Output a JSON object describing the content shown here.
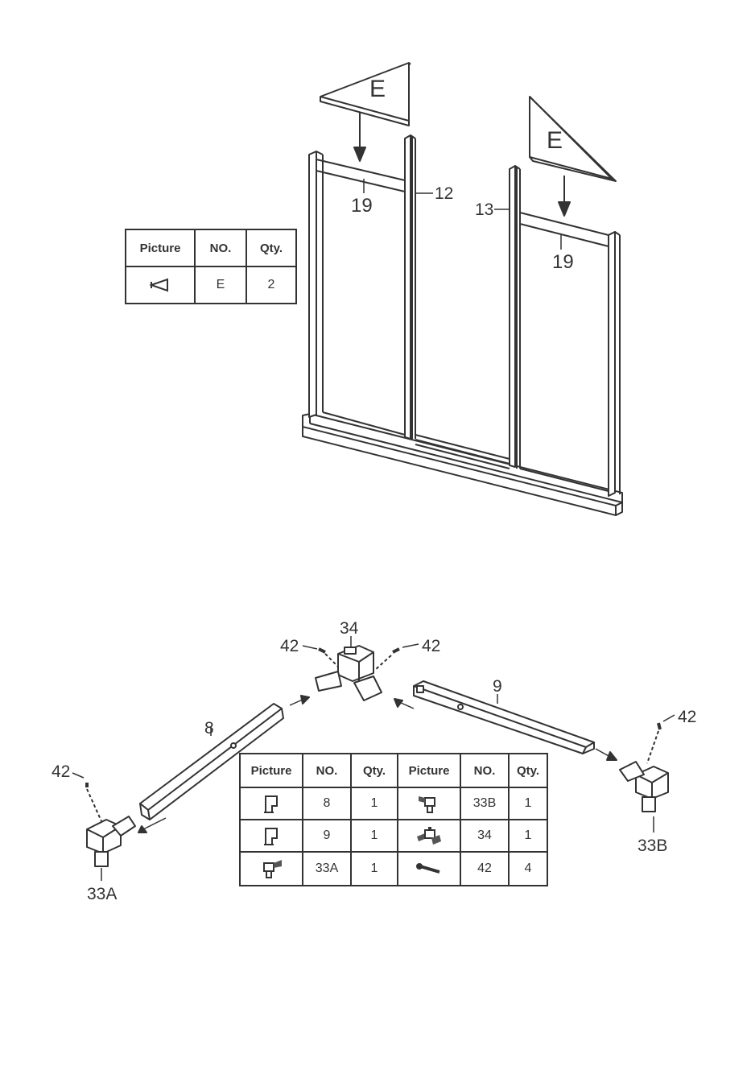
{
  "step_top": {
    "panel_labels": [
      "E",
      "E"
    ],
    "callouts": {
      "left_bar": "19",
      "right_bar": "19",
      "post_left": "12",
      "post_right": "13"
    },
    "table": {
      "headers": [
        "Picture",
        "NO.",
        "Qty."
      ],
      "rows": [
        {
          "icon": "trapezoid-panel-icon",
          "no": "E",
          "qty": "2"
        }
      ]
    }
  },
  "step_bottom": {
    "callouts": {
      "connector_top": "34",
      "screw_left": "42",
      "screw_right": "42",
      "rail_left": "8",
      "rail_right": "9",
      "screw_far_left": "42",
      "screw_far_right": "42",
      "corner_left": "33A",
      "corner_right": "33B"
    },
    "table": {
      "headers": [
        "Picture",
        "NO.",
        "Qty.",
        "Picture",
        "NO.",
        "Qty."
      ],
      "rows": [
        {
          "icon_a": "rail-profile-icon",
          "no_a": "8",
          "qty_a": "1",
          "icon_b": "corner-connector-icon",
          "no_b": "33B",
          "qty_b": "1"
        },
        {
          "icon_a": "rail-profile-icon",
          "no_a": "9",
          "qty_a": "1",
          "icon_b": "ridge-connector-icon",
          "no_b": "34",
          "qty_b": "1"
        },
        {
          "icon_a": "corner-connector-icon",
          "no_a": "33A",
          "qty_a": "1",
          "icon_b": "screw-icon",
          "no_b": "42",
          "qty_b": "4"
        }
      ]
    }
  }
}
